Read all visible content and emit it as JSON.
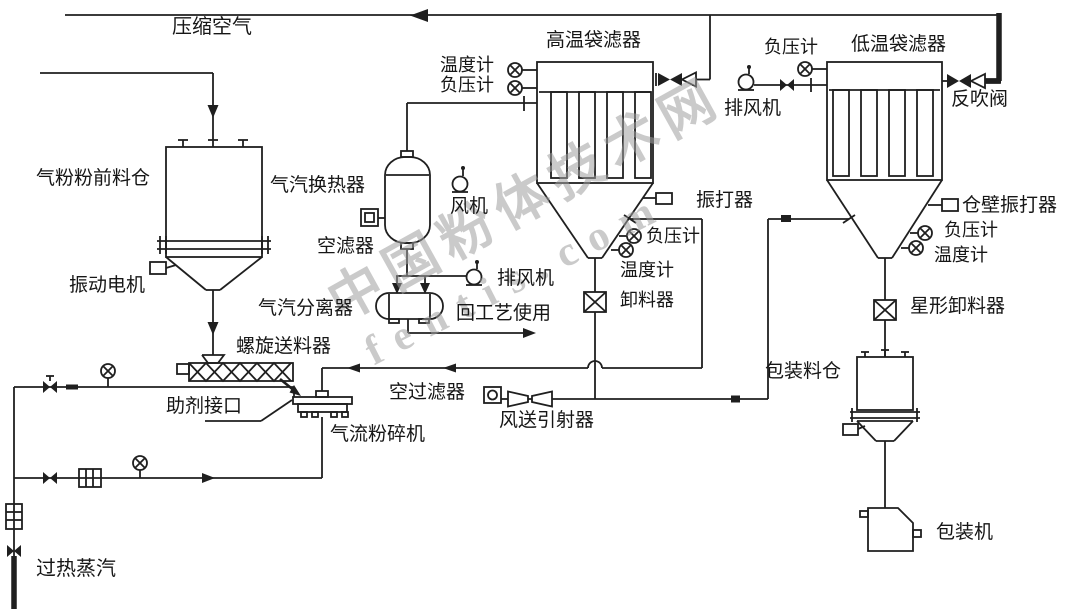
{
  "diagram_type": "process-flow-diagram",
  "colors": {
    "line": "#1f1f1f",
    "background": "#ffffff",
    "watermark": "#9e9e9e"
  },
  "watermark": {
    "cn": "中国粉体技术网",
    "url": "fentis.com"
  },
  "labels": {
    "compressed_air": "压缩空气",
    "feed_silo": "气粉粉前料仓",
    "vibration_motor": "振动电机",
    "heat_exchanger": "气汽换热器",
    "air_filter": "空滤器",
    "fan": "风机",
    "gas_separator": "气汽分离器",
    "exhaust_fan_mid": "排风机",
    "return_to_process": "回工艺使用",
    "screw_feeder": "螺旋送料器",
    "additive_port": "助剂接口",
    "jet_mill": "气流粉碎机",
    "superheated_steam": "过热蒸汽",
    "ht_thermometer": "温度计",
    "ht_vacuum_gauge": "负压计",
    "ht_bag_filter": "高温袋滤器",
    "rapper": "振打器",
    "ht_cone_vacuum_gauge": "负压计",
    "ht_cone_thermometer": "温度计",
    "discharger": "卸料器",
    "conveying_air_filter": "空过滤器",
    "ejector": "风送引射器",
    "lt_vacuum_gauge_top": "负压计",
    "lt_bag_filter": "低温袋滤器",
    "exhaust_fan_top": "排风机",
    "blowback_valve": "反吹阀",
    "wall_rapper": "仓壁振打器",
    "lt_cone_vacuum_gauge": "负压计",
    "lt_cone_thermometer": "温度计",
    "star_discharger": "星形卸料器",
    "packing_silo": "包装料仓",
    "packing_machine": "包装机"
  }
}
